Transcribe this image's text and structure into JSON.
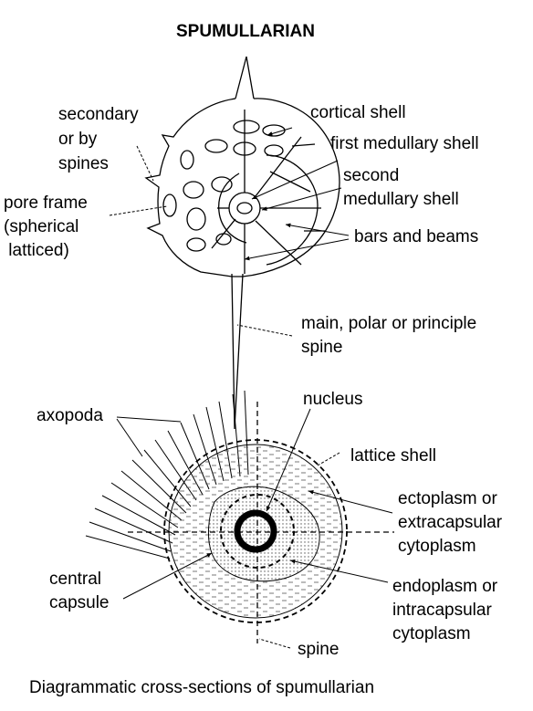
{
  "title": "SPUMULLARIAN",
  "top_labels": {
    "secondary_spines": [
      "secondary",
      "or by",
      "spines"
    ],
    "pore_frame": [
      "pore frame",
      "(spherical",
      " latticed)"
    ],
    "cortical_shell": "cortical shell",
    "first_medullary_shell": "first medullary shell",
    "second_medullary_shell": [
      "second",
      "medullary shell"
    ],
    "bars_and_beams": "bars and beams",
    "main_spine": [
      "main, polar or principle",
      "spine"
    ]
  },
  "bottom_labels": {
    "axopoda": "axopoda",
    "nucleus": "nucleus",
    "lattice_shell": "lattice shell",
    "ectoplasm": [
      "ectoplasm or",
      "extracapsular",
      "cytoplasm"
    ],
    "central_capsule": [
      "central",
      "capsule"
    ],
    "endoplasm": [
      "endoplasm or",
      "intracapsular",
      "cytoplasm"
    ],
    "spine": "spine"
  },
  "caption": "Diagrammatic cross-sections of spumullarian"
}
